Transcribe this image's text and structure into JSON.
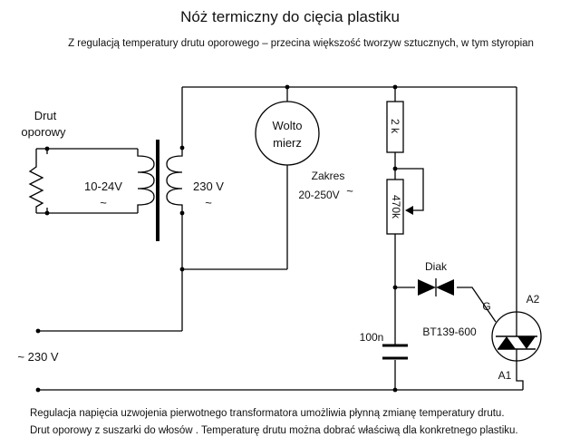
{
  "header": {
    "title": "Nóż termiczny do cięcia plastiku",
    "subtitle": "Z regulacją temperatury drutu oporowego – przecina większość tworzyw sztucznych,  w tym styropian"
  },
  "components": {
    "heater_label_line1": "Drut",
    "heater_label_line2": "oporowy",
    "secondary_voltage": "10-24V",
    "secondary_ac": "~",
    "primary_voltage": "230 V",
    "primary_ac": "~",
    "voltmeter_line1": "Wolto",
    "voltmeter_line2": "mierz",
    "range_line1": "Zakres",
    "range_line2": "20-250V",
    "range_ac": "~",
    "resistor_fixed": "2 k",
    "potentiometer": "470k",
    "diac": "Diak",
    "gate": "G",
    "a2": "A2",
    "a1": "A1",
    "triac": "BT139-600",
    "capacitor": "100n",
    "mains": "~ 230 V"
  },
  "footer": {
    "line1": "Regulacja napięcia uzwojenia pierwotnego transformatora umożliwia płynną zmianę temperatury drutu.",
    "line2": "Drut oporowy z suszarki do włosów . Temperaturę  drutu można dobrać właściwą dla konkretnego plastiku."
  }
}
